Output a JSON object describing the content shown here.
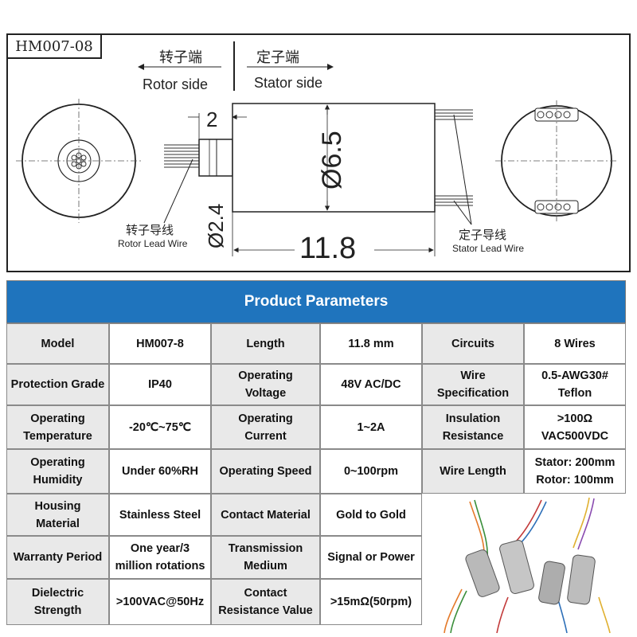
{
  "model_tag": "HM007-08",
  "diagram": {
    "rotor_side_cn": "转子端",
    "rotor_side_en": "Rotor side",
    "stator_side_cn": "定子端",
    "stator_side_en": "Stator side",
    "dim_rotor_length": "2",
    "dim_body_diameter": "Ø6.5",
    "dim_rotor_diameter": "Ø2.4",
    "dim_body_length": "11.8",
    "rotor_lead_cn": "转子导线",
    "rotor_lead_en": "Rotor Lead Wire",
    "stator_lead_cn": "定子导线",
    "stator_lead_en": "Stator Lead Wire"
  },
  "params": {
    "title": "Product Parameters",
    "rows": [
      [
        {
          "label": "Model",
          "value": "HM007-8"
        },
        {
          "label": "Length",
          "value": "11.8 mm"
        },
        {
          "label": "Circuits",
          "value": "8 Wires"
        }
      ],
      [
        {
          "label": "Protection Grade",
          "value": "IP40"
        },
        {
          "label": "Operating\nVoltage",
          "value": "48V AC/DC"
        },
        {
          "label": "Wire\nSpecification",
          "value": "0.5-AWG30#\nTeflon"
        }
      ],
      [
        {
          "label": "Operating\nTemperature",
          "value": "-20℃~75℃"
        },
        {
          "label": "Operating\nCurrent",
          "value": "1~2A"
        },
        {
          "label": "Insulation\nResistance",
          "value": ">100Ω\nVAC500VDC"
        }
      ],
      [
        {
          "label": "Operating\nHumidity",
          "value": "Under 60%RH"
        },
        {
          "label": "Operating Speed",
          "value": "0~100rpm"
        },
        {
          "label": "Wire Length",
          "value": "Stator: 200mm\nRotor: 100mm"
        }
      ],
      [
        {
          "label": "Housing\nMaterial",
          "value": "Stainless Steel"
        },
        {
          "label": "Contact Material",
          "value": "Gold to Gold"
        }
      ],
      [
        {
          "label": "Warranty Period",
          "value": "One year/3\nmillion rotations"
        },
        {
          "label": "Transmission\nMedium",
          "value": "Signal or Power"
        }
      ],
      [
        {
          "label": "Dielectric\nStrength",
          "value": ">100VAC@50Hz"
        },
        {
          "label": "Contact\nResistance Value",
          "value": ">15mΩ(50rpm)"
        }
      ]
    ]
  },
  "colors": {
    "header_bg": "#1f74bd",
    "label_bg": "#e9e9e9",
    "line": "#222222"
  }
}
